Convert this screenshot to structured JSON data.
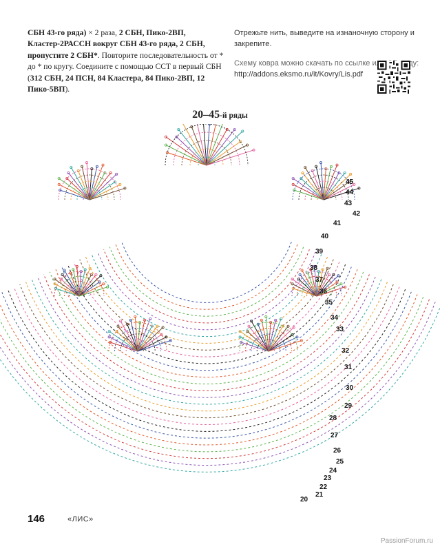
{
  "left_text": {
    "s1": "СБН 43-го ряда)",
    "s2": " × 2 раза, ",
    "s3": "2 СБН, Пико-2ВП, Кластер-2РАССН вокруг СБН 43-го ряда, 2 СБН, пропустите 2 СБН*",
    "s4": ". Повторите последовательность от * до * по кругу. Соедините с помощью ССТ в первый СБН (",
    "s5": "312 СБН, 24 ПСН, 84 Кластера, 84 Пико-2ВП, 12 Пико-5ВП",
    "s6": ")."
  },
  "right_text": {
    "p1": "Отрежьте нить, выведите на изнаночную сторону и закрепите.",
    "p2": "Схему ковра можно скачать по ссылке или QR-коду:",
    "url": "http://addons.eksmo.ru/it/Kovry/Lis.pdf"
  },
  "diagram": {
    "title_main": "20–45",
    "title_suffix": "-й ряды",
    "row_labels": [
      "45",
      "44",
      "43",
      "42",
      "41",
      "40",
      "39",
      "38",
      "37",
      "36",
      "35",
      "34",
      "33",
      "32",
      "31",
      "30",
      "29",
      "28",
      "27",
      "26",
      "25",
      "24",
      "23",
      "22",
      "21",
      "20"
    ],
    "colors": [
      "#3a56a8",
      "#e05a2b",
      "#5ab24a",
      "#d23a3a",
      "#8a52b5",
      "#2fa6a0",
      "#e89a2a",
      "#6b4a2a",
      "#e35f9b",
      "#222222"
    ]
  },
  "footer": {
    "page_number": "146",
    "book_title": "«ЛИС»"
  },
  "watermark": "PassionForum.ru"
}
